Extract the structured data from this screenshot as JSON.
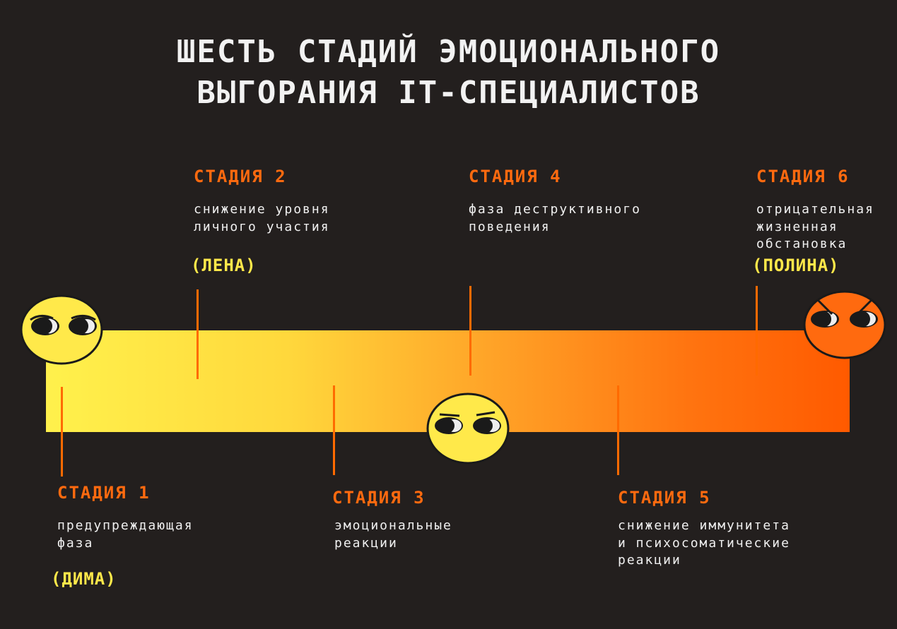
{
  "title": {
    "line1": "ШЕСТЬ СТАДИЙ ЭМОЦИОНАЛЬНОГО",
    "line2": "ВЫГОРАНИЯ IT-СПЕЦИАЛИСТОВ"
  },
  "stages": [
    {
      "label": "СТАДИЯ 1",
      "desc1": "предупреждающая",
      "desc2": "фаза",
      "name": "(ДИМА)"
    },
    {
      "label": "СТАДИЯ 2",
      "desc1": "снижение уровня",
      "desc2": "личного участия",
      "name": "(ЛЕНА)"
    },
    {
      "label": "СТАДИЯ 3",
      "desc1": "эмоциональные",
      "desc2": "реакции"
    },
    {
      "label": "СТАДИЯ 4",
      "desc1": "фаза деструктивного",
      "desc2": "поведения"
    },
    {
      "label": "СТАДИЯ 5",
      "desc1": "снижение иммунитета",
      "desc2": "и психосоматические",
      "desc3": "реакции"
    },
    {
      "label": "СТАДИЯ 6",
      "desc1": "отрицательная",
      "desc2": "жизненная",
      "desc3": "обстановка",
      "name": "(ПОЛИНА)"
    }
  ],
  "colors": {
    "background": "#231f1e",
    "accent": "#ff6a0f",
    "name": "#ffe84a",
    "gradient_start": "#fff14c",
    "gradient_end": "#ff5a00"
  }
}
